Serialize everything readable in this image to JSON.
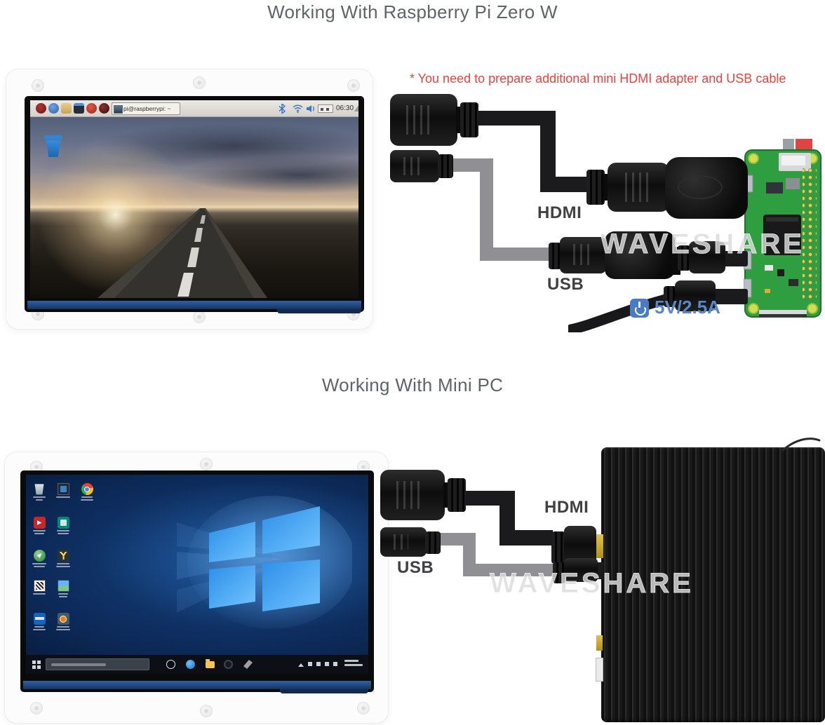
{
  "titles": {
    "section1": "Working With Raspberry Pi Zero W",
    "section2": "Working With Mini PC"
  },
  "note": "* You need to prepare additional mini HDMI adapter and USB cable",
  "watermark": "WAVESHARE",
  "labels": {
    "diagram1_hdmi": "HDMI",
    "diagram1_usb": "USB",
    "diagram1_power": "5V/2.5A",
    "diagram2_hdmi": "HDMI",
    "diagram2_usb": "USB"
  },
  "raspbian": {
    "window_button": "pi@raspberrypi: ~",
    "clock": "06:30",
    "taskbar_icons": [
      "raspberry-menu-icon",
      "web-browser-icon",
      "file-manager-icon",
      "terminal-icon",
      "app-red-icon",
      "browser-swirl-icon"
    ],
    "tray_icons": [
      "bluetooth-icon",
      "wifi-icon",
      "volume-icon",
      "cpu-monitor",
      "eject-icon"
    ]
  },
  "windows": {
    "desktop_icons": [
      "recycle-bin-icon",
      "remote-desktop-icon",
      "chrome-icon",
      "media-red-icon",
      "dev-teal-icon",
      "corel-green-icon",
      "editor-y-icon",
      "qr-app-icon",
      "photos-icon",
      "network-blue-icon",
      "vmware-icon"
    ],
    "taskbar_icons": [
      "start-icon",
      "search-box",
      "cortana-icon",
      "edge-icon",
      "file-explorer-icon",
      "app-dark-icon",
      "app-gray-icon"
    ],
    "tray_icons": [
      "caret-icon",
      "network-icon",
      "volume-icon",
      "keyboard-icon",
      "clock"
    ]
  },
  "colors": {
    "note_red": "#e8433d",
    "title_gray": "#5f6468",
    "power_blue": "#5b86c8",
    "pcb_green": "#2f9e41",
    "lcd_strip_blue": "#1d4b8f",
    "wallpaper_blue": "#0d2c5c"
  }
}
